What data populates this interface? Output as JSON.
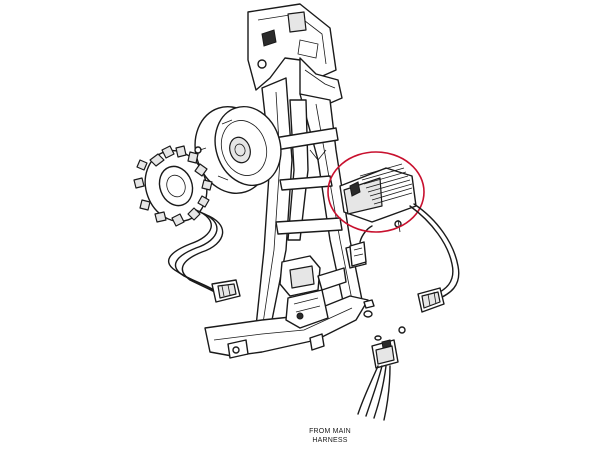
{
  "callout": {
    "line1": "FROM MAIN",
    "line2": "HARNESS"
  },
  "colors": {
    "linework": "#1a1a1a",
    "highlight_circle": "#c8102e",
    "background": "#ffffff"
  },
  "icons": [
    "voltage-regulator",
    "stator",
    "flywheel-rotor",
    "frame",
    "connector",
    "wire-harness"
  ]
}
